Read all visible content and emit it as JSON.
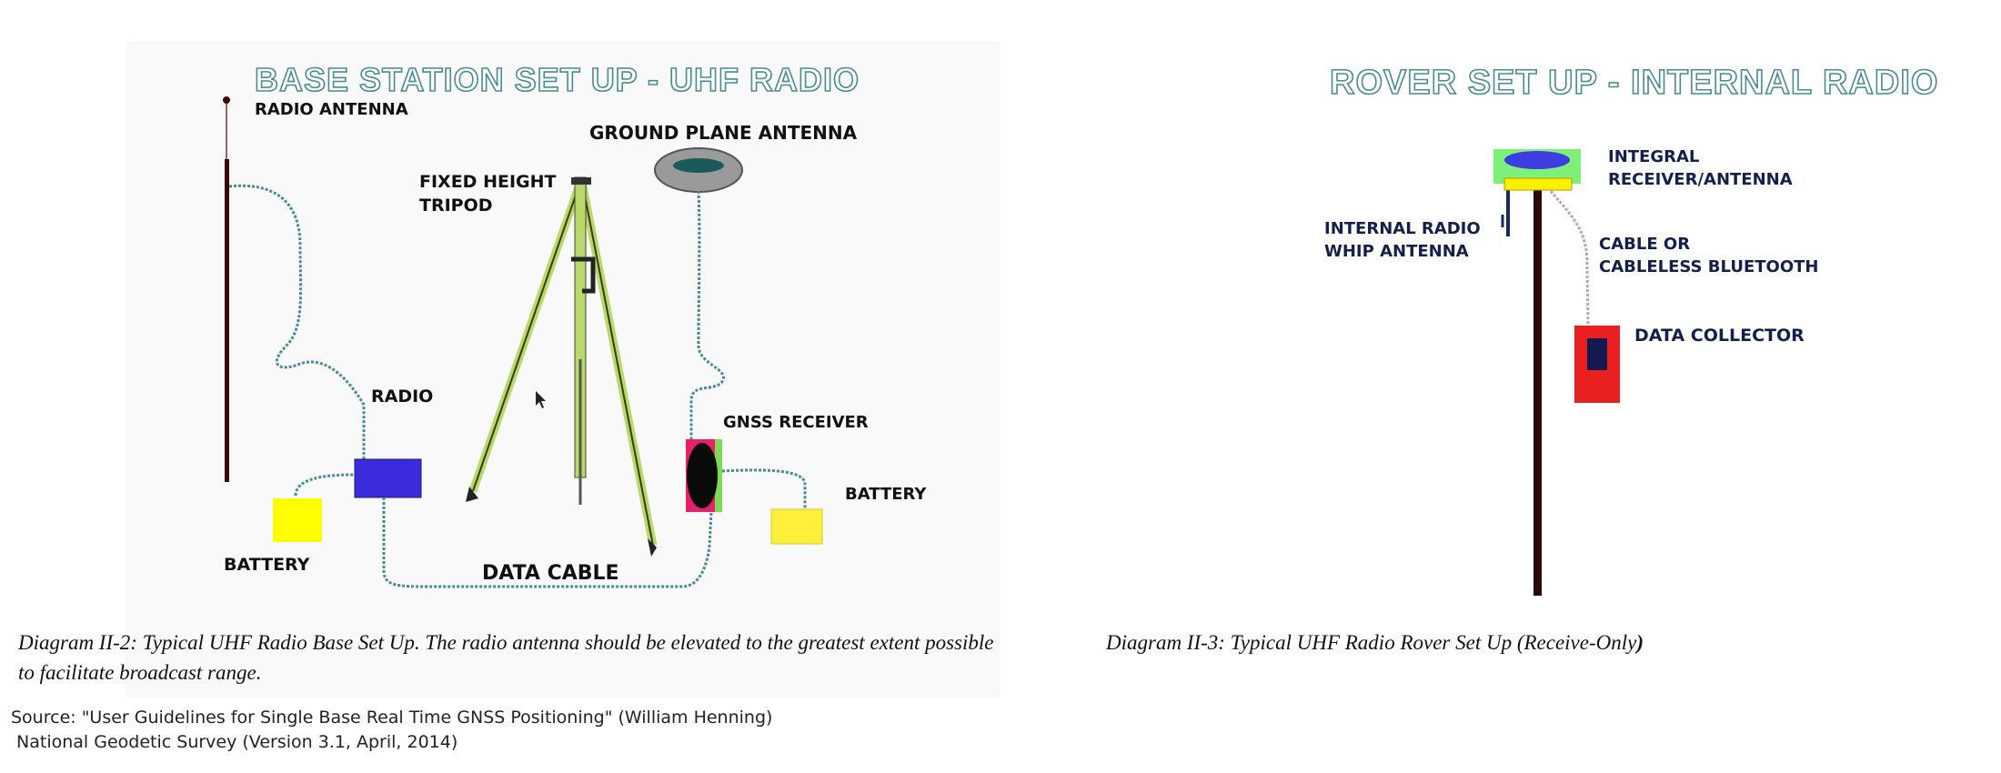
{
  "base_diagram": {
    "title": "BASE STATION SET UP - UHF RADIO",
    "labels": {
      "radio_antenna": "RADIO ANTENNA",
      "ground_plane_antenna": "GROUND PLANE ANTENNA",
      "tripod_line1": "FIXED HEIGHT",
      "tripod_line2": "TRIPOD",
      "radio": "RADIO",
      "gnss_receiver": "GNSS RECEIVER",
      "battery_right": "BATTERY",
      "battery_left": "BATTERY",
      "data_cable": "DATA CABLE"
    },
    "caption_line1": "Diagram II-2: Typical UHF Radio Base Set Up. The radio antenna should be elevated to the greatest extent possible",
    "caption_line2": "to facilitate broadcast range.",
    "colors": {
      "radio": "#3a2bdc",
      "battery": "#ffff00",
      "gnss_receiver_back": "#e8206a",
      "gnss_receiver_side": "#7ed957",
      "cable": "#4a8a94",
      "tripod_leg": "#b8d96a"
    }
  },
  "rover_diagram": {
    "title": "ROVER SET UP - INTERNAL RADIO",
    "labels": {
      "integral_line1": "INTEGRAL",
      "integral_line2": "RECEIVER/ANTENNA",
      "whip_line1": "INTERNAL RADIO",
      "whip_line2": "WHIP ANTENNA",
      "cable_line1": "CABLE OR",
      "cable_line2": "CABLELESS BLUETOOTH",
      "data_collector": "DATA COLLECTOR"
    },
    "caption": "Diagram II-3: Typical UHF Radio Rover Set Up (Receive-Only",
    "caption_tail": ")",
    "colors": {
      "receiver_ring": "#7ef07a",
      "receiver_top": "#3d3de0",
      "receiver_base": "#ffef00",
      "pole": "#2a0a0a",
      "data_collector": "#e82020",
      "screen": "#141a50"
    }
  },
  "source": {
    "line1": "Source: \"User Guidelines for Single Base Real Time GNSS Positioning\" (William Henning)",
    "line2": " National Geodetic Survey (Version 3.1, April, 2014)"
  }
}
